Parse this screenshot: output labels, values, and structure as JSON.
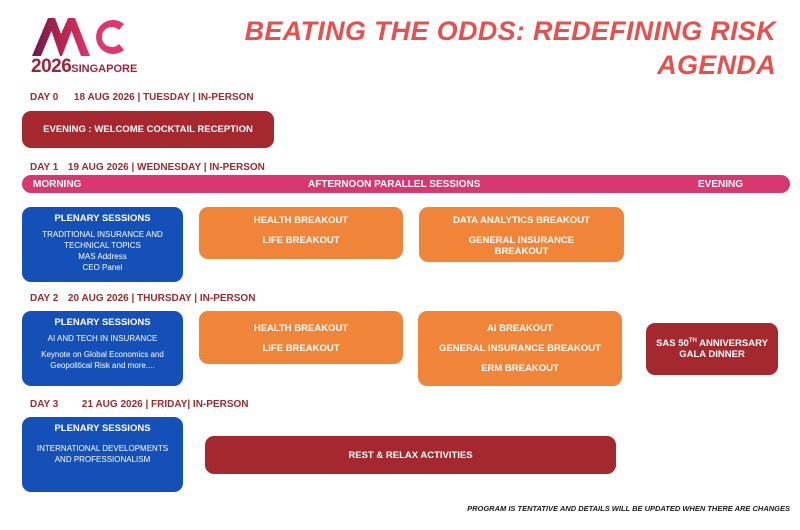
{
  "logo": {
    "letters": "AAC",
    "year": "2026",
    "city": "SINGAPORE"
  },
  "title": {
    "line1": "BEATING THE ODDS: REDEFINING RISK",
    "line2": "AGENDA"
  },
  "day0": {
    "label": "DAY 0",
    "date": "18 AUG 2026 | TUESDAY | IN-PERSON",
    "evening": "EVENING : WELCOME COCKTAIL RECEPTION"
  },
  "day1": {
    "label": "DAY 1",
    "date": "19 AUG 2026 | WEDNESDAY | IN-PERSON",
    "bar": {
      "morning": "MORNING",
      "afternoon": "AFTERNOON PARALLEL SESSIONS",
      "evening": "EVENING"
    },
    "plenary": {
      "title": "PLENARY SESSIONS",
      "line1": "TRADITIONAL INSURANCE AND",
      "line2": "TECHNICAL TOPICS",
      "line3": "MAS Address",
      "line4": "CEO Panel"
    },
    "breakout_a": {
      "item1": "HEALTH BREAKOUT",
      "item2": "LIFE BREAKOUT"
    },
    "breakout_b": {
      "item1": "DATA ANALYTICS  BREAKOUT",
      "item2": "GENERAL INSURANCE",
      "item3": "BREAKOUT"
    }
  },
  "day2": {
    "label": "DAY 2",
    "date": "20 AUG 2026 | THURSDAY | IN-PERSON",
    "plenary": {
      "title": "PLENARY SESSIONS",
      "line1": "AI AND TECH IN INSURANCE",
      "line2": "Keynote on Global Economics and",
      "line3": "Geopolitical Risk and more...."
    },
    "breakout_a": {
      "item1": "HEALTH BREAKOUT",
      "item2": "LIFE BREAKOUT"
    },
    "breakout_b": {
      "item1": "AI  BREAKOUT",
      "item2": "GENERAL INSURANCE BREAKOUT",
      "item3": "ERM BREAKOUT"
    },
    "gala": {
      "prefix": "SAS 50",
      "sup": "TH",
      "suffix": " ANNIVERSARY",
      "line2": "GALA DINNER"
    }
  },
  "day3": {
    "label": "DAY 3",
    "date": "21 AUG 2026 | FRIDAY| IN-PERSON",
    "plenary": {
      "title": "PLENARY SESSIONS",
      "line1": "INTERNATIONAL DEVELOPMENTS",
      "line2": "AND PROFESSIONALISM"
    },
    "rest": "REST & RELAX ACTIVITIES"
  },
  "footnote": "PROGRAM IS TENTATIVE AND DETAILS WILL BE UPDATED WHEN THERE ARE CHANGES",
  "colors": {
    "dark_red": "#a4282e",
    "orange": "#f0853a",
    "blue": "#1550b8",
    "pink": "#d83770",
    "title": "#e8504e"
  }
}
